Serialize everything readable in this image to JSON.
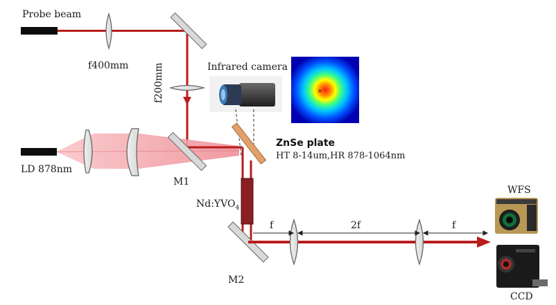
{
  "labels": {
    "probe_beam": "Probe beam",
    "lens_f400": "f400mm",
    "lens_f200": "f200mm",
    "infrared_camera": "Infrared camera",
    "znse_plate": "ZnSe plate",
    "znse_spec": "HT 8-14um,HR 878-1064nm",
    "ld": "LD 878nm",
    "m1": "M1",
    "crystal": "Nd:YVO",
    "crystal_sub": "4",
    "m2": "M2",
    "dist_f1": "f",
    "dist_2f": "2f",
    "dist_f2": "f",
    "wfs": "WFS",
    "ccd": "CCD"
  },
  "colors": {
    "beam": "#b81c1c",
    "pump": "#f3a6ab",
    "lens_stroke": "#666666",
    "znse": "#e3a06a",
    "crystal": "#8a1f24"
  }
}
